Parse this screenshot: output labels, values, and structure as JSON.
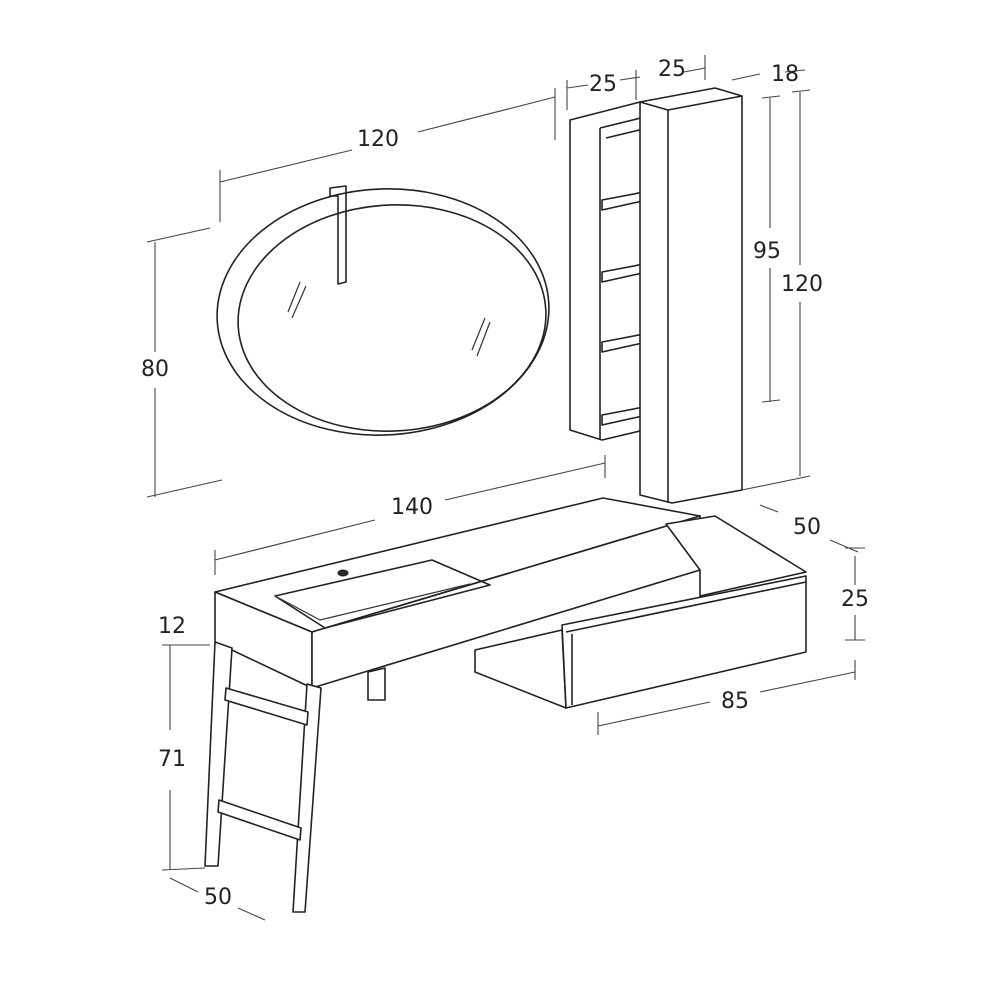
{
  "dimensions": {
    "mirror_width": "120",
    "mirror_height": "80",
    "shelf_width": "25",
    "cabinet_width": "25",
    "cabinet_depth": "18",
    "shelf_height": "95",
    "cabinet_height": "120",
    "top_width": "140",
    "drawer_depth": "50",
    "drawer_height": "25",
    "top_thickness": "12",
    "leg_height": "71",
    "leg_depth": "50",
    "drawer_width": "85"
  }
}
